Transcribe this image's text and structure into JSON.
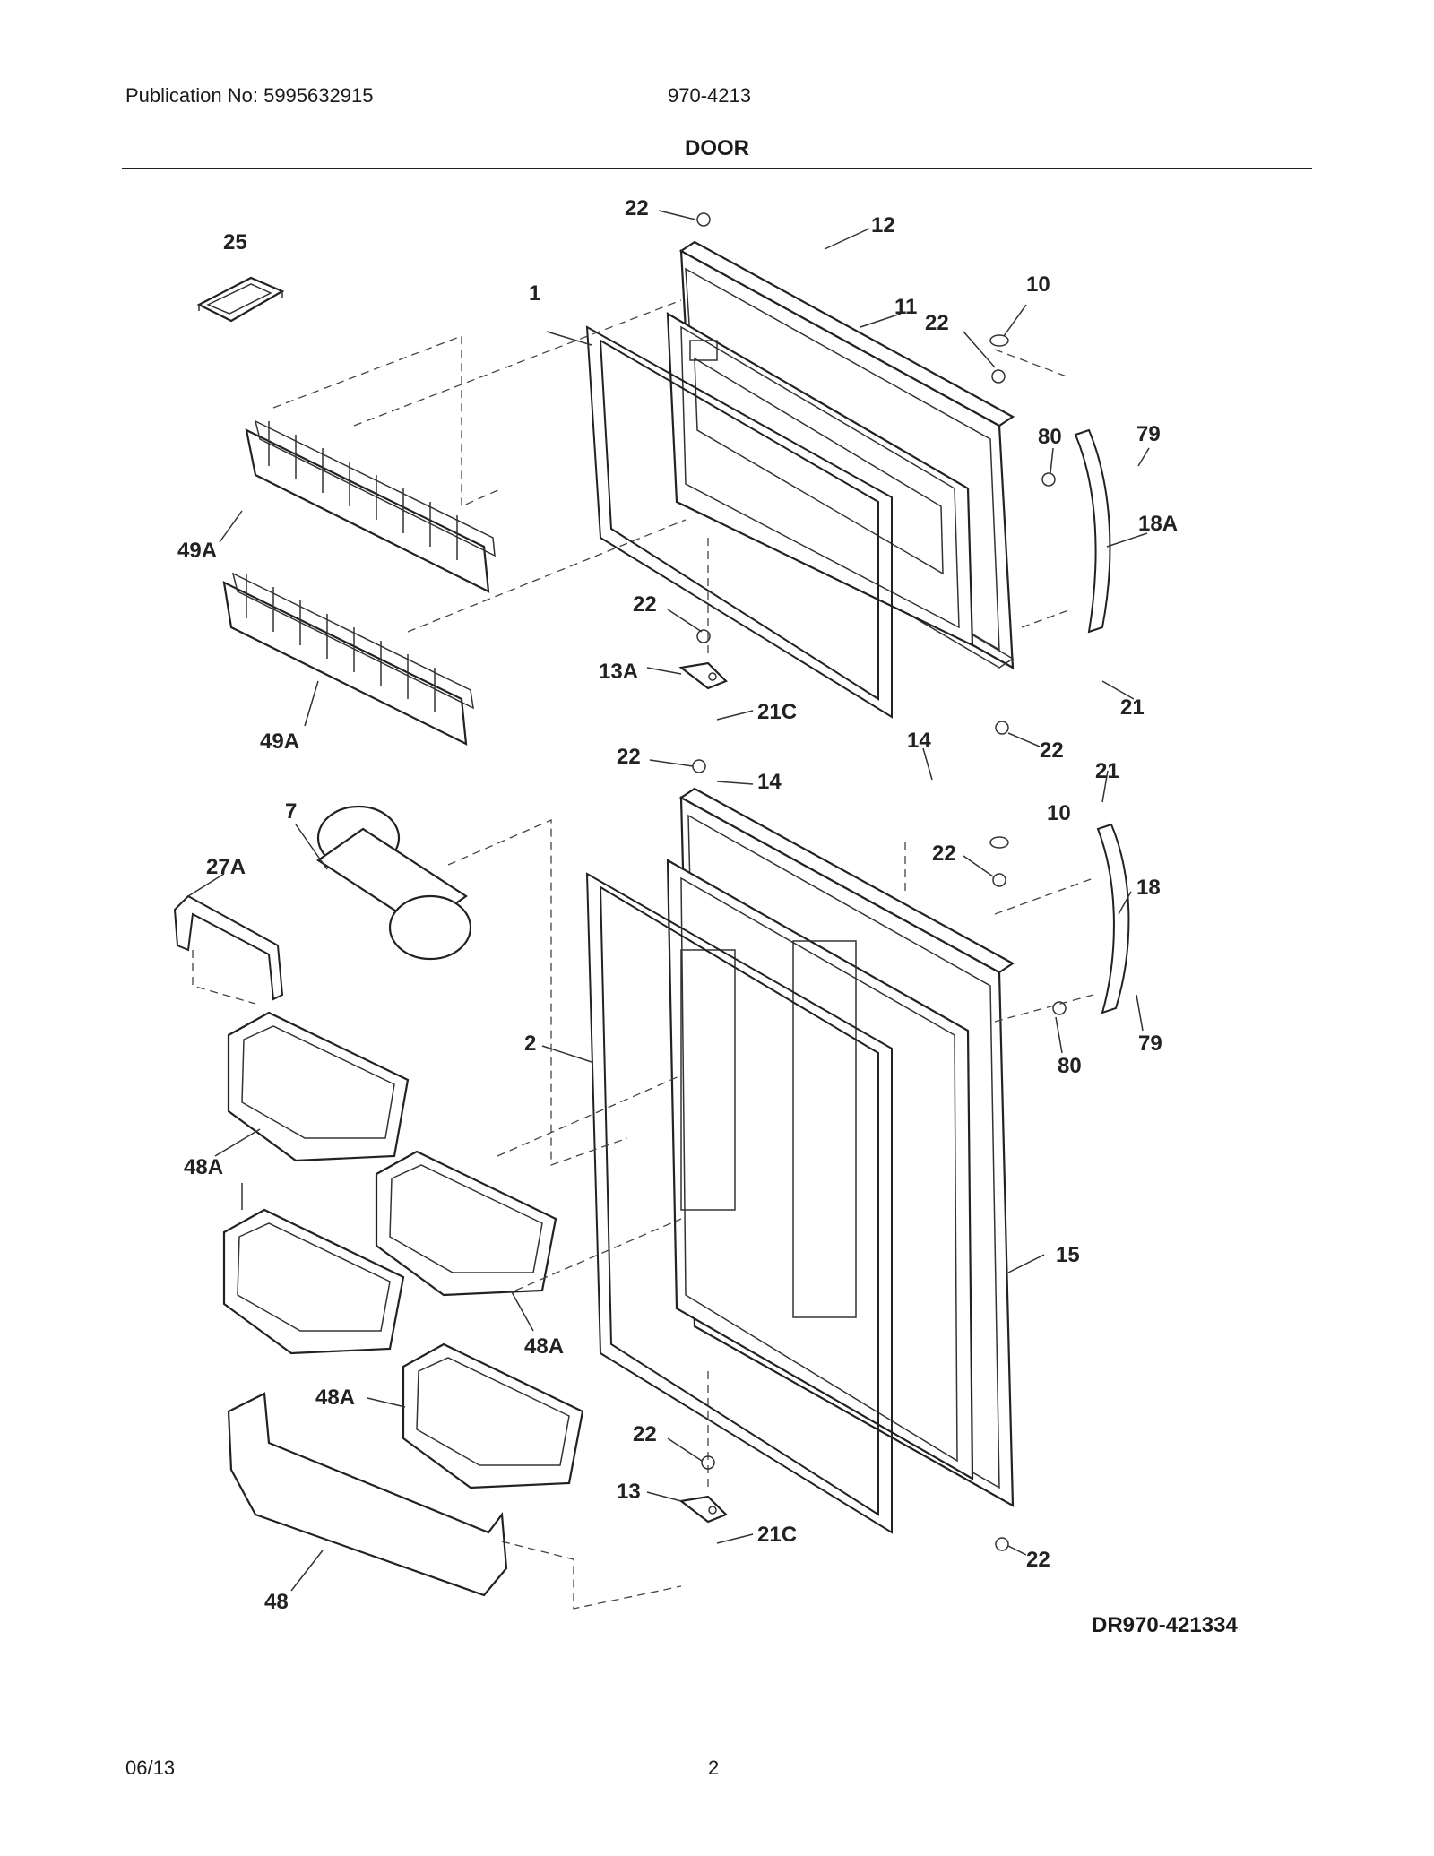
{
  "header": {
    "publication": "Publication No: 5995632915",
    "model": "970-4213",
    "section_title": "DOOR"
  },
  "footer": {
    "date": "06/13",
    "page_number": "2",
    "drawing_ref": "DR970-421334"
  },
  "callouts": {
    "c22a": "22",
    "c12": "12",
    "c25": "25",
    "c1": "1",
    "c11": "11",
    "c10a": "10",
    "c22b": "22",
    "c80a": "80",
    "c79a": "79",
    "c18a": "18A",
    "c49a1": "49A",
    "c49a2": "49A",
    "c22c": "22",
    "c13a": "13A",
    "c21c1": "21C",
    "c21a": "21",
    "c22d": "22",
    "c14a": "14",
    "c22e": "22",
    "c14b": "14",
    "c21b": "21",
    "c10b": "10",
    "c7": "7",
    "c27a": "27A",
    "c22f": "22",
    "c18": "18",
    "c2": "2",
    "c80b": "80",
    "c79b": "79",
    "c48a1": "48A",
    "c15": "15",
    "c48a2": "48A",
    "c48a3": "48A",
    "c22g": "22",
    "c13": "13",
    "c21c2": "21C",
    "c22h": "22",
    "c48": "48"
  }
}
